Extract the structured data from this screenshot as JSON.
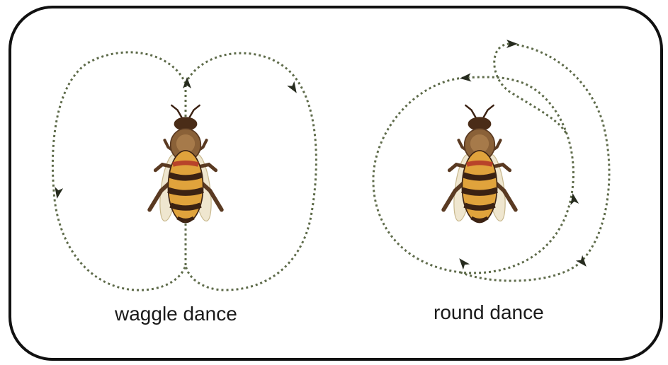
{
  "diagram": {
    "panels": [
      {
        "id": "waggle",
        "caption": "waggle dance"
      },
      {
        "id": "round",
        "caption": "round dance"
      }
    ],
    "colors": {
      "frame": "#111111",
      "path": "#5e6b4a",
      "bee_body": "#e0a33c",
      "bee_stripe": "#3b2213",
      "bee_thorax": "#8a6138",
      "bee_wing": "#efe6cf"
    },
    "icons": [
      "bee-icon",
      "arrowhead-icon"
    ]
  }
}
